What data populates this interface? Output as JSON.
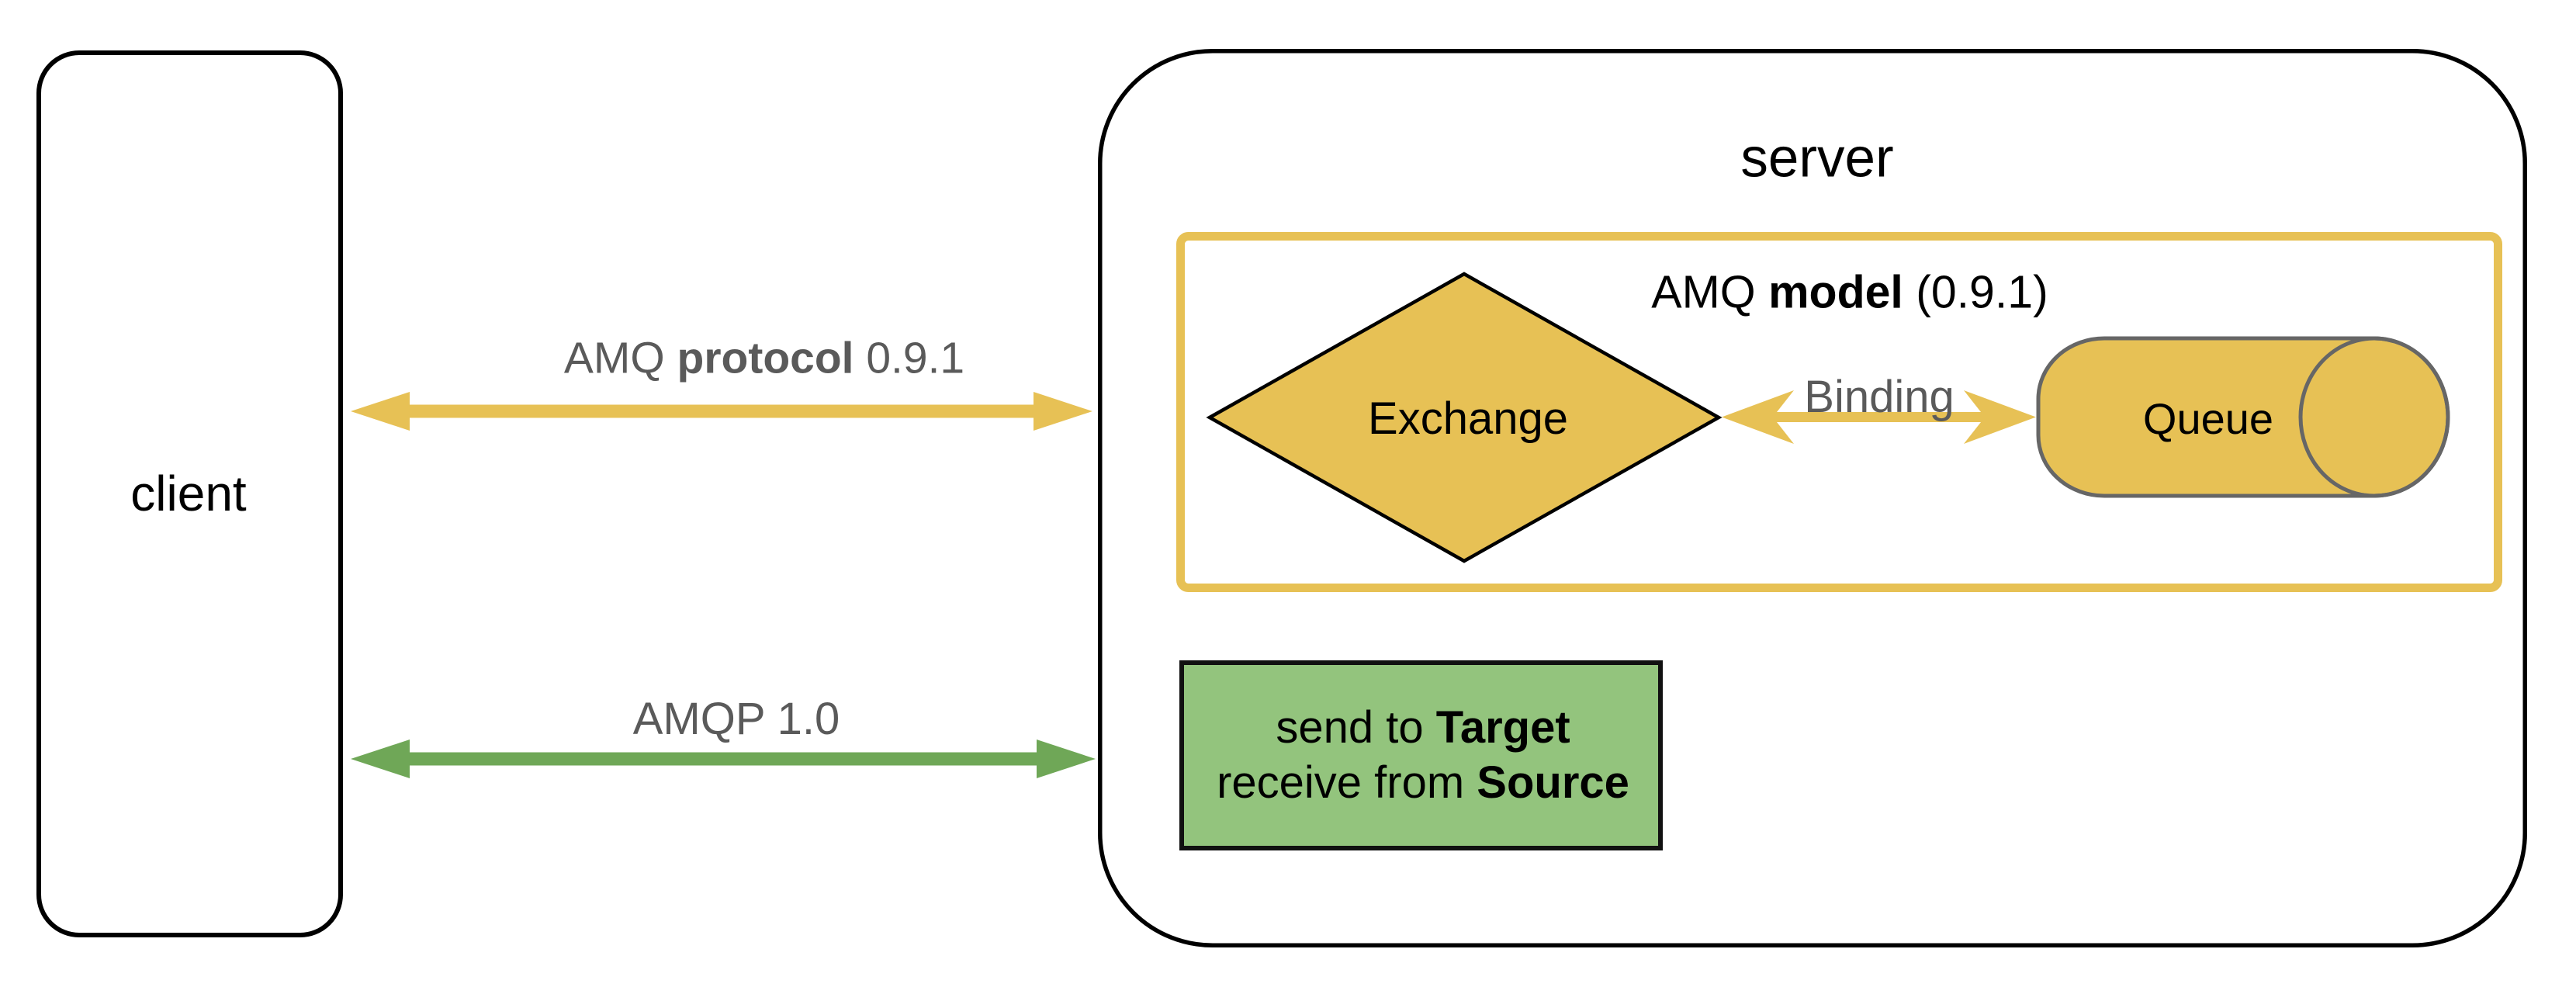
{
  "diagram": {
    "client": {
      "label": "client"
    },
    "server": {
      "label": "server"
    },
    "amq_model_box": {
      "label_pre": "AMQ ",
      "label_bold": "model",
      "label_post": " (0.9.1)"
    },
    "exchange": {
      "label": "Exchange"
    },
    "binding": {
      "label": "Binding"
    },
    "queue": {
      "label": "Queue"
    },
    "green_box": {
      "line1_pre": "send to ",
      "line1_bold": "Target",
      "line2_pre": "receive from ",
      "line2_bold": "Source"
    },
    "arrow_amq_protocol": {
      "label_pre": "AMQ ",
      "label_bold": "protocol",
      "label_post": " 0.9.1"
    },
    "arrow_amqp": {
      "label": "AMQP 1.0"
    },
    "colors": {
      "yellow": "#E7C155",
      "green_arrow": "#6FA757",
      "green_fill": "#93C47D",
      "green_border": "#111111",
      "gray_text": "#5A5A5A",
      "cylinder_stroke": "#666666",
      "outline_black": "#000000"
    }
  }
}
